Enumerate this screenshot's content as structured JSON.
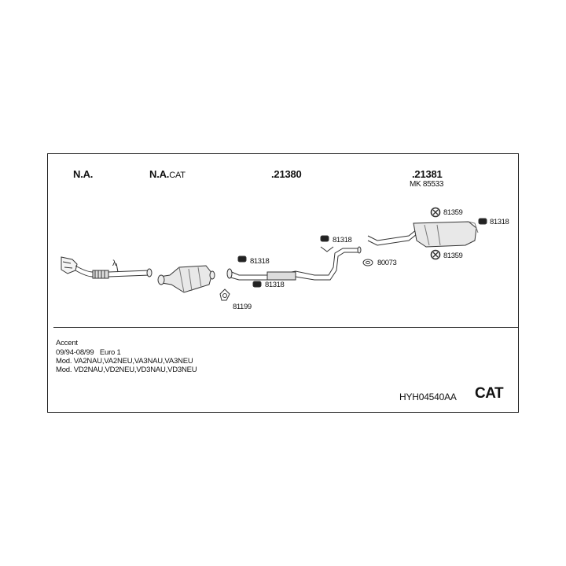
{
  "sections": {
    "s1": {
      "label": "N.A."
    },
    "s2": {
      "label": "N.A.",
      "suffix": "CAT"
    },
    "s3": {
      "part": "21380"
    },
    "s4": {
      "part": "21381",
      "kit": "MK  85533"
    }
  },
  "callouts": {
    "c81318a": "81318",
    "c81318b": "81318",
    "c81318c": "81318",
    "c81318d": "81318",
    "c81199": "81199",
    "c80073": "80073",
    "c81359a": "81359",
    "c81359b": "81359",
    "lambda": "λ"
  },
  "info": {
    "model": "Accent",
    "years": "09/94-08/99",
    "emission": "Euro 1",
    "mod1": "Mod. VA2NAU,VA2NEU,VA3NAU,VA3NEU",
    "mod2": "Mod. VD2NAU,VD2NEU,VD3NAU,VD3NEU"
  },
  "footer": {
    "code": "HYH04540AA",
    "badge": "CAT"
  }
}
